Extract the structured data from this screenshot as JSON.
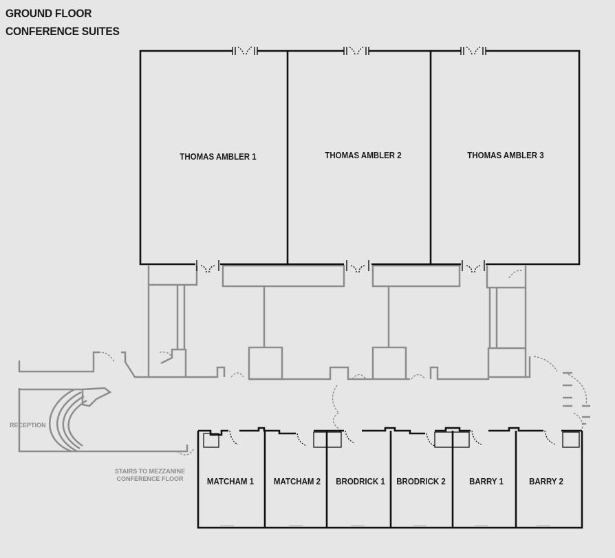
{
  "title": {
    "line1": "GROUND FLOOR",
    "line2": "CONFERENCE SUITES"
  },
  "rooms": [
    {
      "id": "thomas-ambler-1",
      "label": "THOMAS AMBLER 1"
    },
    {
      "id": "thomas-ambler-2",
      "label": "THOMAS AMBLER 2"
    },
    {
      "id": "thomas-ambler-3",
      "label": "THOMAS AMBLER 3"
    },
    {
      "id": "matcham-1",
      "label": "MATCHAM 1"
    },
    {
      "id": "matcham-2",
      "label": "MATCHAM 2"
    },
    {
      "id": "brodrick-1",
      "label": "BRODRICK 1"
    },
    {
      "id": "brodrick-2",
      "label": "BRODRICK 2"
    },
    {
      "id": "barry-1",
      "label": "BARRY 1"
    },
    {
      "id": "barry-2",
      "label": "BARRY 2"
    }
  ],
  "labels": {
    "reception": "RECEPTION",
    "stairs_line1": "STAIRS TO MEZZANINE",
    "stairs_line2": "CONFERENCE FLOOR"
  },
  "colors": {
    "background": "#e6e6e6",
    "wall": "#111111",
    "secondary_wall": "#8c8c8c",
    "text": "#1a1a1a"
  }
}
